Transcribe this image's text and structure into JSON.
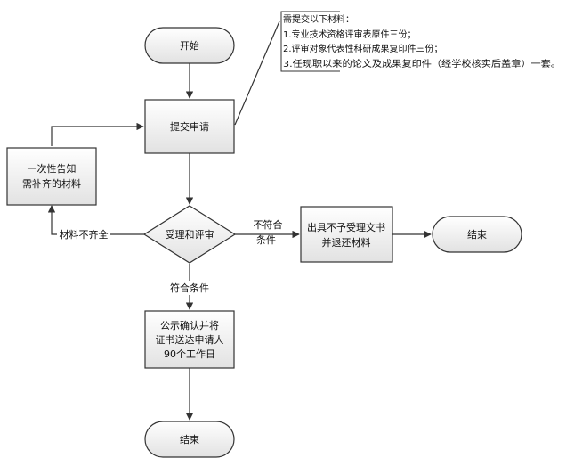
{
  "flowchart": {
    "nodes": {
      "start": "开始",
      "submit": "提交申请",
      "review": "受理和评审",
      "notify_line1": "一次性告知",
      "notify_line2": "需补齐的材料",
      "reject_line1": "出具不予受理文书",
      "reject_line2": "并退还材料",
      "end_right": "结束",
      "publicize_line1": "公示确认并将",
      "publicize_line2": "证书送达申请人",
      "publicize_line3": "90个工作日",
      "end_bottom": "结束"
    },
    "edges": {
      "incomplete": "材料不齐全",
      "not_qualified_line1": "不符合",
      "not_qualified_line2": "条件",
      "qualified": "符合条件"
    },
    "note": {
      "title": "需提交以下材料：",
      "items": [
        "1.专业技术资格评审表原件三份；",
        "2.评审对象代表性科研成果复印件三份；",
        "3.任现职以来的论文及成果复印件（经学校核实后盖章）一套。"
      ]
    },
    "colors": {
      "node_fill_top": "#ffffff",
      "node_fill_bottom": "#e3e3e3",
      "stroke": "#333333"
    }
  }
}
